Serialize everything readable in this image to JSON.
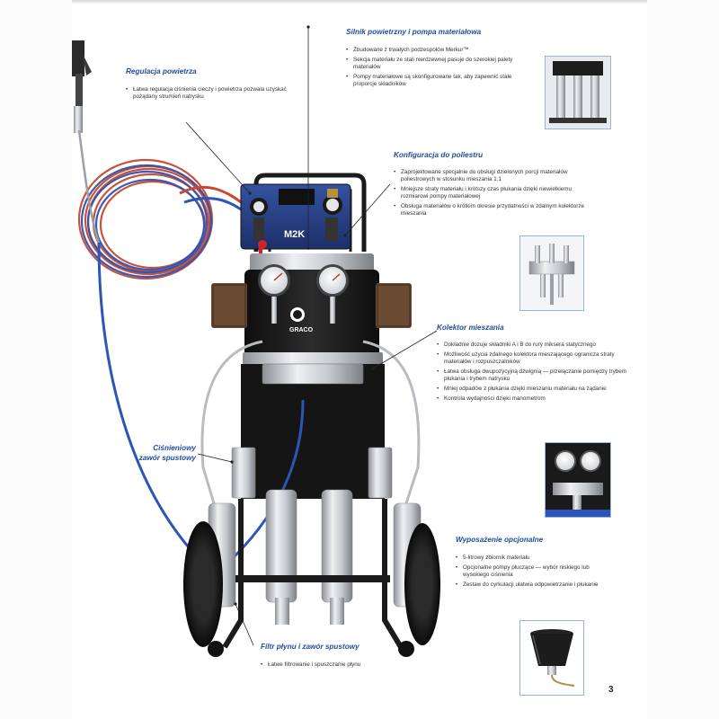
{
  "page_number": "3",
  "brand": {
    "logo_text": "GRACO",
    "model_label": "M2K"
  },
  "sections": {
    "air_regulation": {
      "title": "Regulacja powietrza",
      "bullets": [
        "Łatwa regulacja ciśnienia cieczy i powietrza pozwala uzyskać pożądany strumień natrysku"
      ]
    },
    "air_motor_pump": {
      "title": "Silnik powietrzny i pompa materiałowa",
      "bullets": [
        "Zbudowane z trwałych podzespołów Merkur™",
        "Sekcja materiału ze stali nierdzewnej pasuje do szerokiej palety materiałów",
        "Pompy materiałowe są skonfigurowane tak, aby zapewnić stałe proporcje składników"
      ]
    },
    "polyester_config": {
      "title": "Konfiguracja do poliestru",
      "bullets": [
        "Zaprojektowane specjalnie do obsługi dzielonych porcji materiałów poliestrowych w stosunku mieszania 1:1",
        "Mniejsze straty materiału i krótszy czas płukania dzięki niewielkiemu rozmiarowi pompy materiałowej",
        "Obsługa materiałów o krótkim okresie przydatności w zdalnym kolektorze mieszania"
      ]
    },
    "mix_manifold": {
      "title": "Kolektor mieszania",
      "bullets": [
        "Dokładnie dozuje składniki A i B do rury miksera statycznego",
        "Możliwość użycia zdalnego kolektora mieszającego ogranicza straty materiałów i rozpuszczalników",
        "Łatwa obsługa dwupozycyjną dźwignią — przełączanie pomiędzy trybem płukania i trybem natrysku",
        "Mniej odpadów z płukania dzięki mieszaniu materiału na żądanie",
        "Kontrola wydajności dzięki manometrom"
      ]
    },
    "pressure_relief": {
      "title_line1": "Ciśnieniowy",
      "title_line2": "zawór spustowy"
    },
    "optional_equipment": {
      "title": "Wyposażenie opcjonalne",
      "bullets": [
        "5-litrowy zbiornik materiału",
        "Opcjonalne pompy płuczące — wybór niskiego lub wysokiego ciśnienia",
        "Zestaw do cyrkulacji ułatwia odpowietrzanie i płukanie"
      ]
    },
    "fluid_filter": {
      "title": "Filtr płynu i zawór spustowy",
      "bullets": [
        "Łatwe filtrowanie i spuszczanie płynu"
      ]
    }
  },
  "colors": {
    "heading_blue": "#1f4d9a",
    "thumb_border": "#9cb3d8",
    "hose_red": "#c9482e",
    "hose_blue": "#2c55b8",
    "stainless": "#c9ccd0",
    "frame_black": "#1b1b1b"
  }
}
